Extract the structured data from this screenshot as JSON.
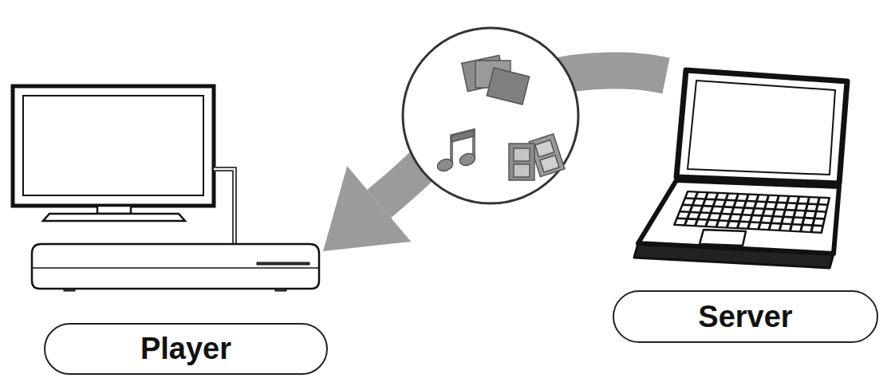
{
  "diagram": {
    "nodes": [
      {
        "text": [
          "Player"
        ]
      },
      {
        "text": [
          "Server"
        ]
      }
    ],
    "edges": [
      {
        "from": 1,
        "to": 0,
        "arrow": "to"
      }
    ]
  }
}
